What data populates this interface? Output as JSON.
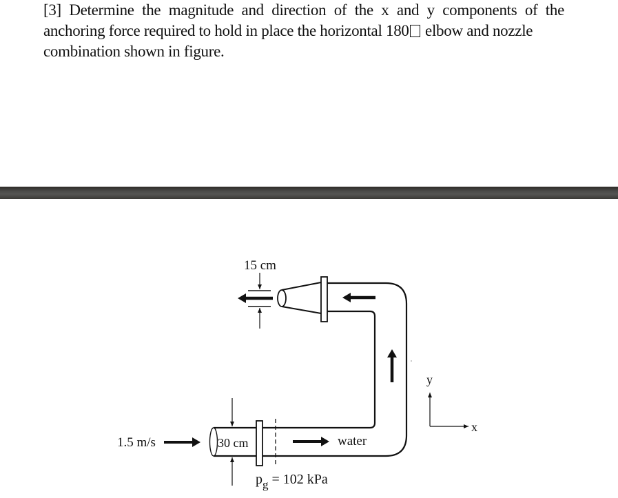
{
  "question": {
    "number": "[3]",
    "line1": "[3] Determine the magnitude and direction of the x and y components of the",
    "line2_before": "anchoring force required to hold in place the horizontal 180",
    "line2_glyph": "missing-glyph-box",
    "line2_after": " elbow and nozzle",
    "line3": "combination shown in figure."
  },
  "divider": {
    "color": "#4a4a48"
  },
  "figure": {
    "nozzle_diameter_label": "15 cm",
    "inlet_diameter_label": "30 cm",
    "inlet_velocity_label": "1.5 m/s",
    "fluid_label": "water",
    "pressure_label_symbol": "p",
    "pressure_label_subscript": "g",
    "pressure_label_value": " = 102 kPa",
    "axis_x_label": "x",
    "axis_y_label": "y",
    "line_color": "#111111"
  }
}
